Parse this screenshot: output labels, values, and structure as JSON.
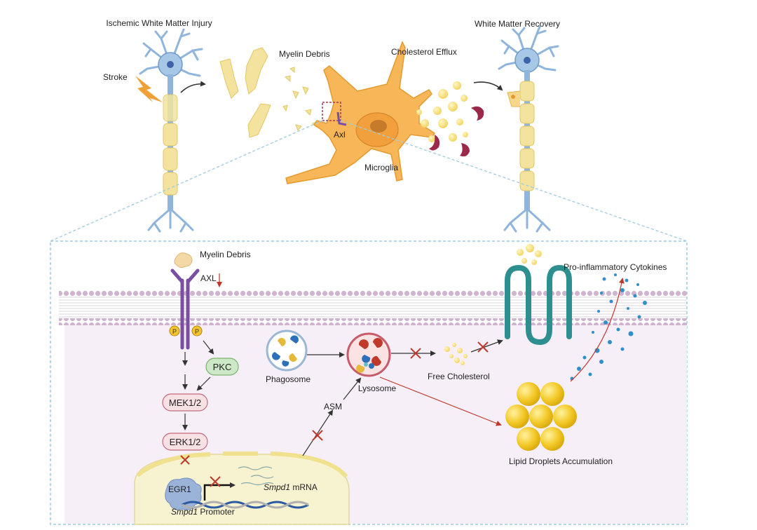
{
  "labels": {
    "ischemic_injury": "Ischemic White Matter Injury",
    "white_matter_recovery": "White Matter Recovery",
    "stroke": "Stroke",
    "myelin_debris_top": "Myelin Debris",
    "cholesterol_efflux": "Cholesterol Efflux",
    "axl_top": "Axl",
    "microglia": "Microglia",
    "myelin_debris_bottom": "Myelin Debris",
    "axl_receptor": "AXL",
    "pro_inflammatory": "Pro-inflammatory Cytokines",
    "pkc": "PKC",
    "mek": "MEK1/2",
    "erk": "ERK1/2",
    "egr1": "EGR1",
    "phagosome": "Phagosome",
    "lysosome": "Lysosome",
    "free_cholesterol": "Free Cholesterol",
    "asm": "ASM",
    "smpd1_mrna_gene": "Smpd1",
    "smpd1_mrna_suffix": " mRNA",
    "smpd1_promoter_gene": "Smpd1",
    "smpd1_promoter_suffix": " Promoter",
    "lipid_droplets": "Lipid Droplets Accumulation",
    "phospho": "P"
  },
  "icons": [
    "neuron-icon",
    "lightning-icon",
    "microglia-icon",
    "axl-receptor-icon",
    "abca1-transporter-icon",
    "phagosome-icon",
    "lysosome-icon",
    "lipid-droplet-icon",
    "dna-icon",
    "egr1-icon"
  ],
  "colors": {
    "neuron": "#8fb5dc",
    "myelin": "#f3e39f",
    "microglia": "#f7b657",
    "membrane": "#d8bfd8",
    "receptor": "#7a4ea3",
    "lipid": "#f3c928",
    "inhibit": "#c0392b",
    "transporter": "#2d8f8f",
    "dashed_border": "#9ccbe0"
  }
}
